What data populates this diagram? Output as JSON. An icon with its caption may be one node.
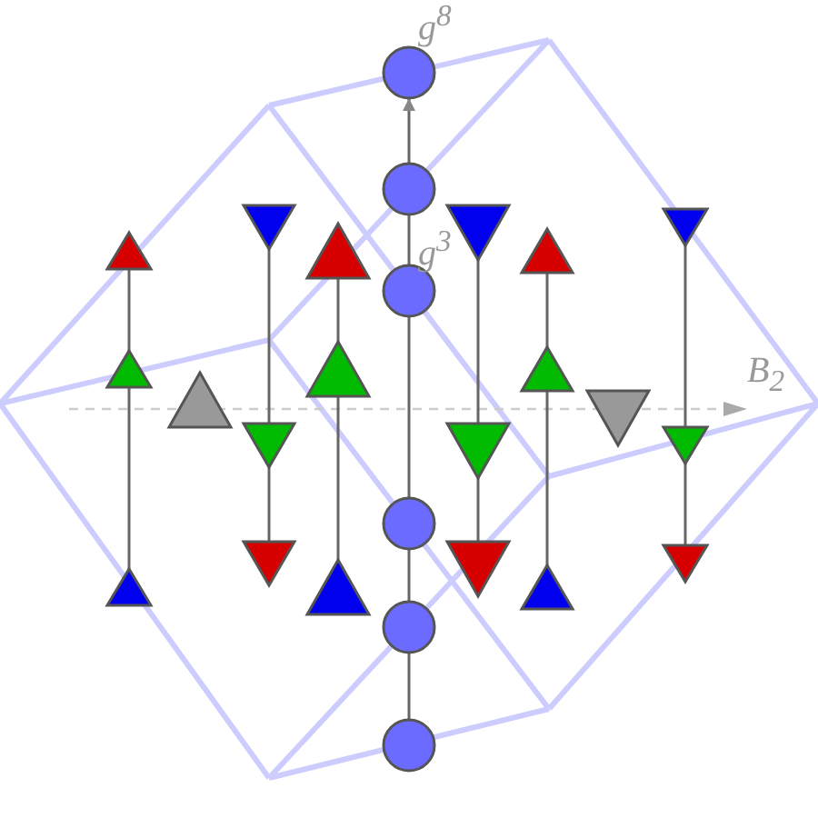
{
  "diagram": {
    "nodes": [
      {
        "text": [],
        "shape": "triangle"
      },
      {
        "text": [],
        "shape": "triangle"
      },
      {
        "text": [],
        "shape": "triangle"
      },
      {
        "text": [],
        "shape": "triangle"
      },
      {
        "text": [],
        "shape": "triangle"
      },
      {
        "text": [],
        "shape": "triangle"
      },
      {
        "text": [],
        "shape": "triangle"
      },
      {
        "text": [],
        "shape": "triangle"
      },
      {
        "text": [],
        "shape": "triangle"
      },
      {
        "text": [],
        "shape": "triangle"
      },
      {
        "text": [],
        "shape": "circle"
      },
      {
        "text": [],
        "shape": "circle"
      },
      {
        "text": [],
        "shape": "circle"
      },
      {
        "text": [],
        "shape": "circle"
      },
      {
        "text": [],
        "shape": "circle"
      },
      {
        "text": [],
        "shape": "circle"
      },
      {
        "text": [],
        "shape": "triangle"
      },
      {
        "text": [],
        "shape": "triangle"
      },
      {
        "text": [],
        "shape": "triangle"
      },
      {
        "text": [],
        "shape": "triangle"
      },
      {
        "text": [],
        "shape": "triangle"
      },
      {
        "text": [],
        "shape": "triangle"
      },
      {
        "text": [],
        "shape": "triangle"
      },
      {
        "text": [],
        "shape": "triangle"
      },
      {
        "text": [],
        "shape": "triangle"
      },
      {
        "text": [],
        "shape": "triangle"
      }
    ],
    "edges": [
      {
        "from": 0,
        "to": 1,
        "arrow": "none"
      },
      {
        "from": 1,
        "to": 2,
        "arrow": "none"
      },
      {
        "from": 4,
        "to": 5,
        "arrow": "none"
      },
      {
        "from": 5,
        "to": 6,
        "arrow": "none"
      },
      {
        "from": 7,
        "to": 8,
        "arrow": "none"
      },
      {
        "from": 8,
        "to": 9,
        "arrow": "none"
      },
      {
        "from": 15,
        "to": 14,
        "arrow": "none"
      },
      {
        "from": 14,
        "to": 13,
        "arrow": "none"
      },
      {
        "from": 13,
        "to": 12,
        "arrow": "none"
      },
      {
        "from": 12,
        "to": 11,
        "arrow": "none"
      },
      {
        "from": 11,
        "to": 10,
        "arrow": "to"
      },
      {
        "from": 16,
        "to": 17,
        "arrow": "none"
      },
      {
        "from": 17,
        "to": 18,
        "arrow": "none"
      },
      {
        "from": 19,
        "to": 20,
        "arrow": "none"
      },
      {
        "from": 20,
        "to": 21,
        "arrow": "none"
      },
      {
        "from": 23,
        "to": 24,
        "arrow": "none"
      },
      {
        "from": 24,
        "to": 25,
        "arrow": "none"
      }
    ],
    "labels": [
      "g$^{8}$",
      "g$^{3}$",
      "B$_{2}$"
    ]
  }
}
